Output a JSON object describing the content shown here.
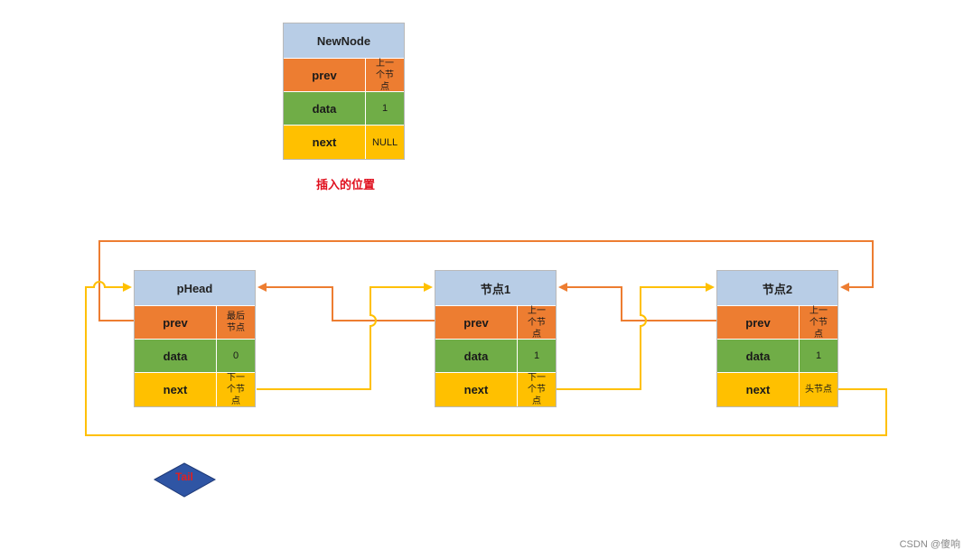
{
  "new_node": {
    "title": "NewNode",
    "prev": {
      "key": "prev",
      "value": "上一个节点"
    },
    "data": {
      "key": "data",
      "value": "1"
    },
    "next": {
      "key": "next",
      "value": "NULL"
    }
  },
  "insert_label": "插入的位置",
  "nodes": [
    {
      "title": "pHead",
      "prev": {
        "key": "prev",
        "value": "最后节点"
      },
      "data": {
        "key": "data",
        "value": "0"
      },
      "next": {
        "key": "next",
        "value": "下一个节点"
      }
    },
    {
      "title": "节点1",
      "prev": {
        "key": "prev",
        "value": "上一个节点"
      },
      "data": {
        "key": "data",
        "value": "1"
      },
      "next": {
        "key": "next",
        "value": "下一个节点"
      }
    },
    {
      "title": "节点2",
      "prev": {
        "key": "prev",
        "value": "上一个节点"
      },
      "data": {
        "key": "data",
        "value": "1"
      },
      "next": {
        "key": "next",
        "value": "头节点"
      }
    }
  ],
  "tail_label": "Tail",
  "watermark": "CSDN @傻响",
  "colors": {
    "title_bg": "#b8cde6",
    "prev_bg": "#ed7d31",
    "data_bg": "#70ad47",
    "next_bg": "#ffc000",
    "prev_link": "#ed7d31",
    "next_link": "#ffc000",
    "tail_fill": "#2f55a4",
    "label_red": "#e0101e"
  }
}
